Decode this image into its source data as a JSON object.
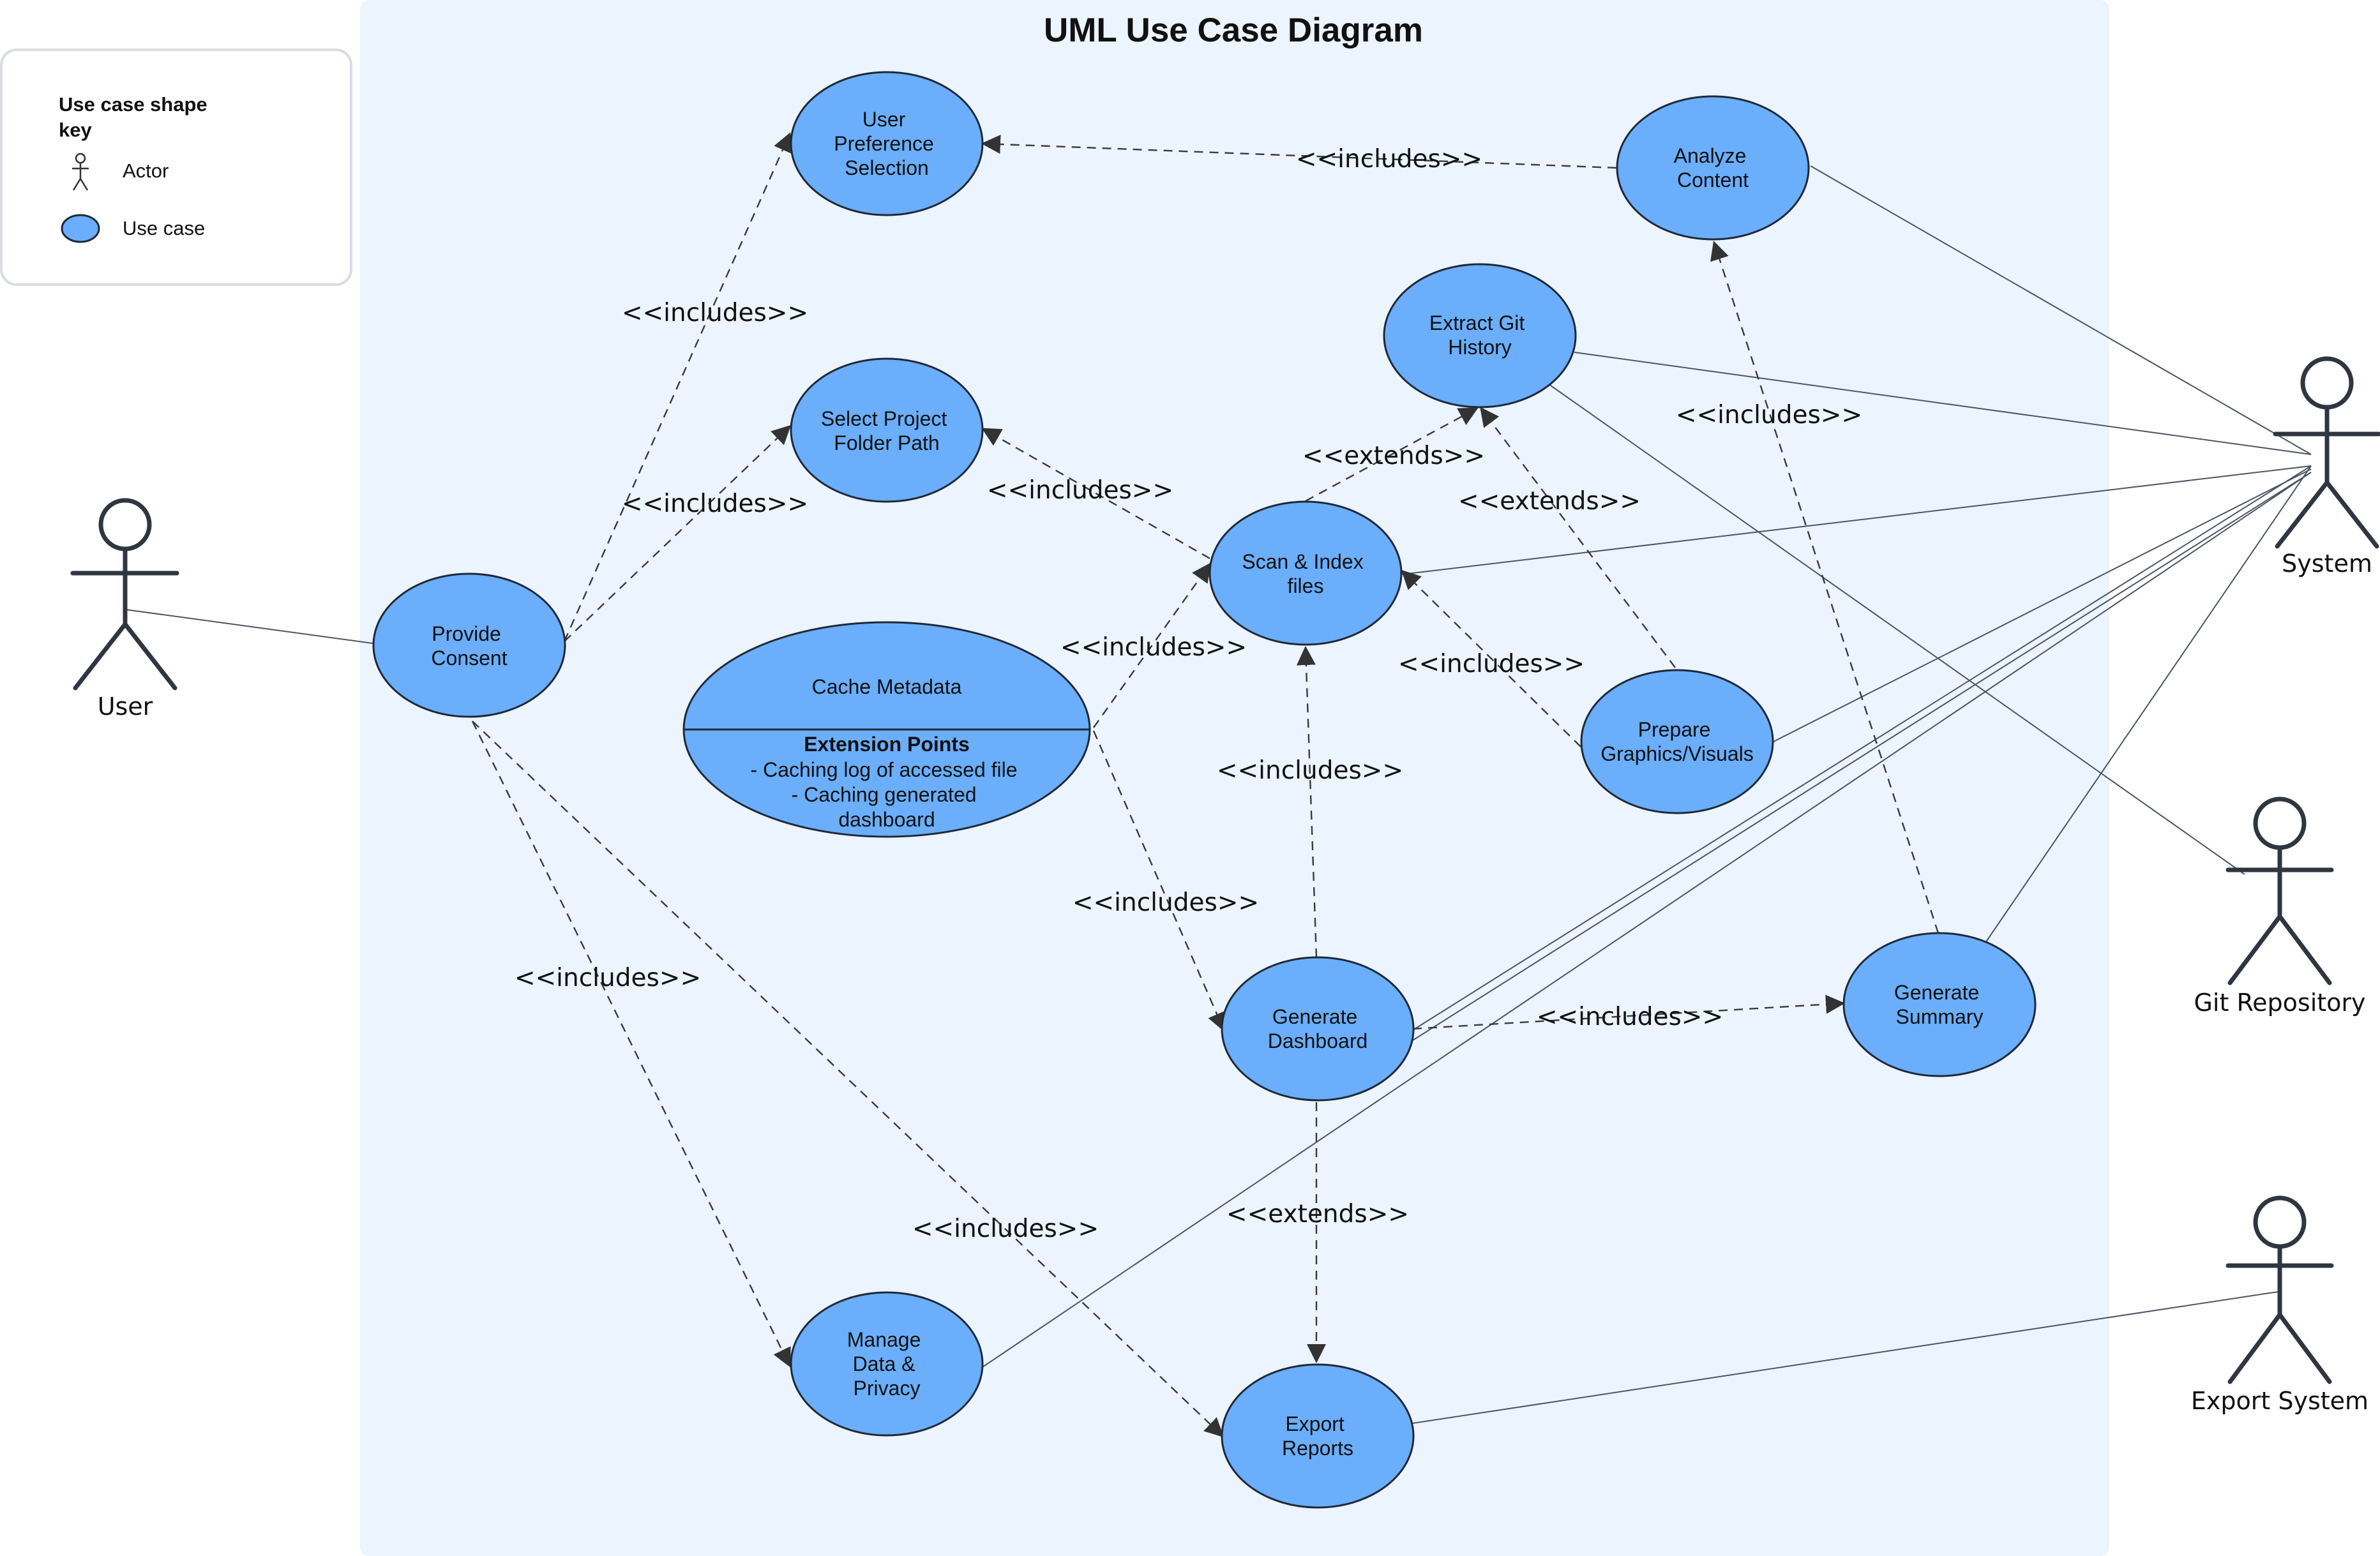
{
  "title": "UML Use Case Diagram",
  "legend": {
    "title": "Use case shape key",
    "actor_label": "Actor",
    "usecase_label": "Use case"
  },
  "colors": {
    "usecase_fill": "#6aaefc",
    "boundary_fill": "#ebf4ff",
    "outline": "#1f2937"
  },
  "actors": {
    "user": "User",
    "system": "System",
    "git_repository": "Git Repository",
    "export_system": "Export System"
  },
  "usecases": {
    "user_preference": [
      "User",
      "Preference",
      "Selection"
    ],
    "analyze_content": [
      "Analyze",
      "Content"
    ],
    "extract_git_history": [
      "Extract Git",
      "History"
    ],
    "select_project_folder": [
      "Select Project",
      "Folder Path"
    ],
    "scan_index": [
      "Scan & Index",
      "files"
    ],
    "provide_consent": [
      "Provide",
      "Consent"
    ],
    "cache_metadata": {
      "name": "Cache Metadata",
      "extension_title": "Extension Points",
      "extension_lines": [
        "- Caching log of accessed file",
        "- Caching generated",
        "dashboard"
      ]
    },
    "prepare_graphics": [
      "Prepare",
      "Graphics/Visuals"
    ],
    "generate_dashboard": [
      "Generate",
      "Dashboard"
    ],
    "generate_summary": [
      "Generate",
      "Summary"
    ],
    "manage_data_privacy": [
      "Manage",
      "Data &",
      "Privacy"
    ],
    "export_reports": [
      "Export",
      "Reports"
    ]
  },
  "relations": {
    "includes": "<<includes>>",
    "extends": "<<extends>>"
  }
}
